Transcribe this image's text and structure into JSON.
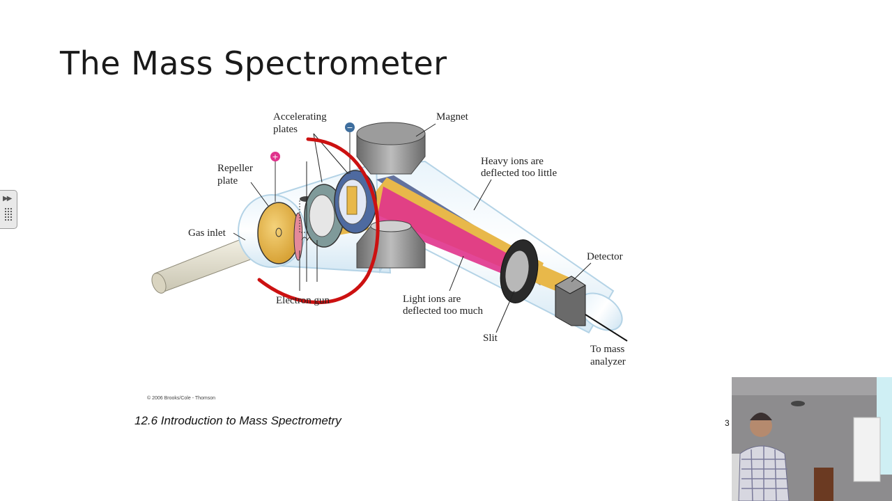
{
  "slide": {
    "title": "The Mass Spectrometer",
    "caption": "12.6 Introduction to Mass Spectrometry",
    "page_number": "3",
    "copyright": "© 2006 Brooks/Cole - Thomson"
  },
  "diagram": {
    "labels": {
      "accelerating_plates_1": "Accelerating",
      "accelerating_plates_2": "plates",
      "magnet": "Magnet",
      "repeller_plate_1": "Repeller",
      "repeller_plate_2": "plate",
      "heavy_ions_1": "Heavy ions are",
      "heavy_ions_2": "deflected too little",
      "gas_inlet": "Gas inlet",
      "detector": "Detector",
      "electron_gun": "Electron gun",
      "light_ions_1": "Light ions are",
      "light_ions_2": "deflected too much",
      "slit": "Slit",
      "to_mass_1": "To mass",
      "to_mass_2": "analyzer"
    },
    "colors": {
      "heavy_beam": "#4a5a8c",
      "main_beam": "#e8b84a",
      "light_beam": "#e0338c",
      "annotation_circle": "#cc1111"
    }
  },
  "side_panel": {
    "icon": "panel-toggle-icon"
  },
  "webcam": {
    "icon": "presenter-video"
  }
}
